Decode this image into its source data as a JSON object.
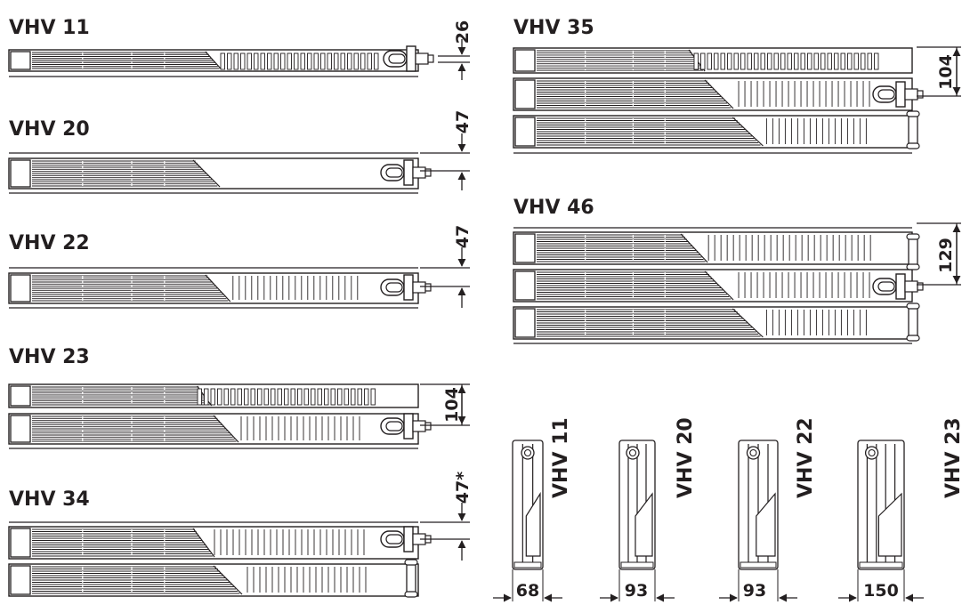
{
  "colors": {
    "ink": "#231f20",
    "paper": "#ffffff"
  },
  "models": {
    "vhv11": {
      "label": "VHV 11",
      "dim": "26"
    },
    "vhv20": {
      "label": "VHV 20",
      "dim": "47"
    },
    "vhv22": {
      "label": "VHV 22",
      "dim": "47"
    },
    "vhv23": {
      "label": "VHV 23",
      "dim": "104"
    },
    "vhv34": {
      "label": "VHV 34",
      "dim": "47*"
    },
    "vhv35": {
      "label": "VHV 35",
      "dim": "104"
    },
    "vhv46": {
      "label": "VHV 46",
      "dim": "129"
    }
  },
  "side_views": [
    {
      "label": "VHV 11",
      "depth": "68"
    },
    {
      "label": "VHV 20",
      "depth": "93"
    },
    {
      "label": "VHV 22",
      "depth": "93"
    },
    {
      "label": "VHV 23",
      "depth": "150"
    }
  ]
}
